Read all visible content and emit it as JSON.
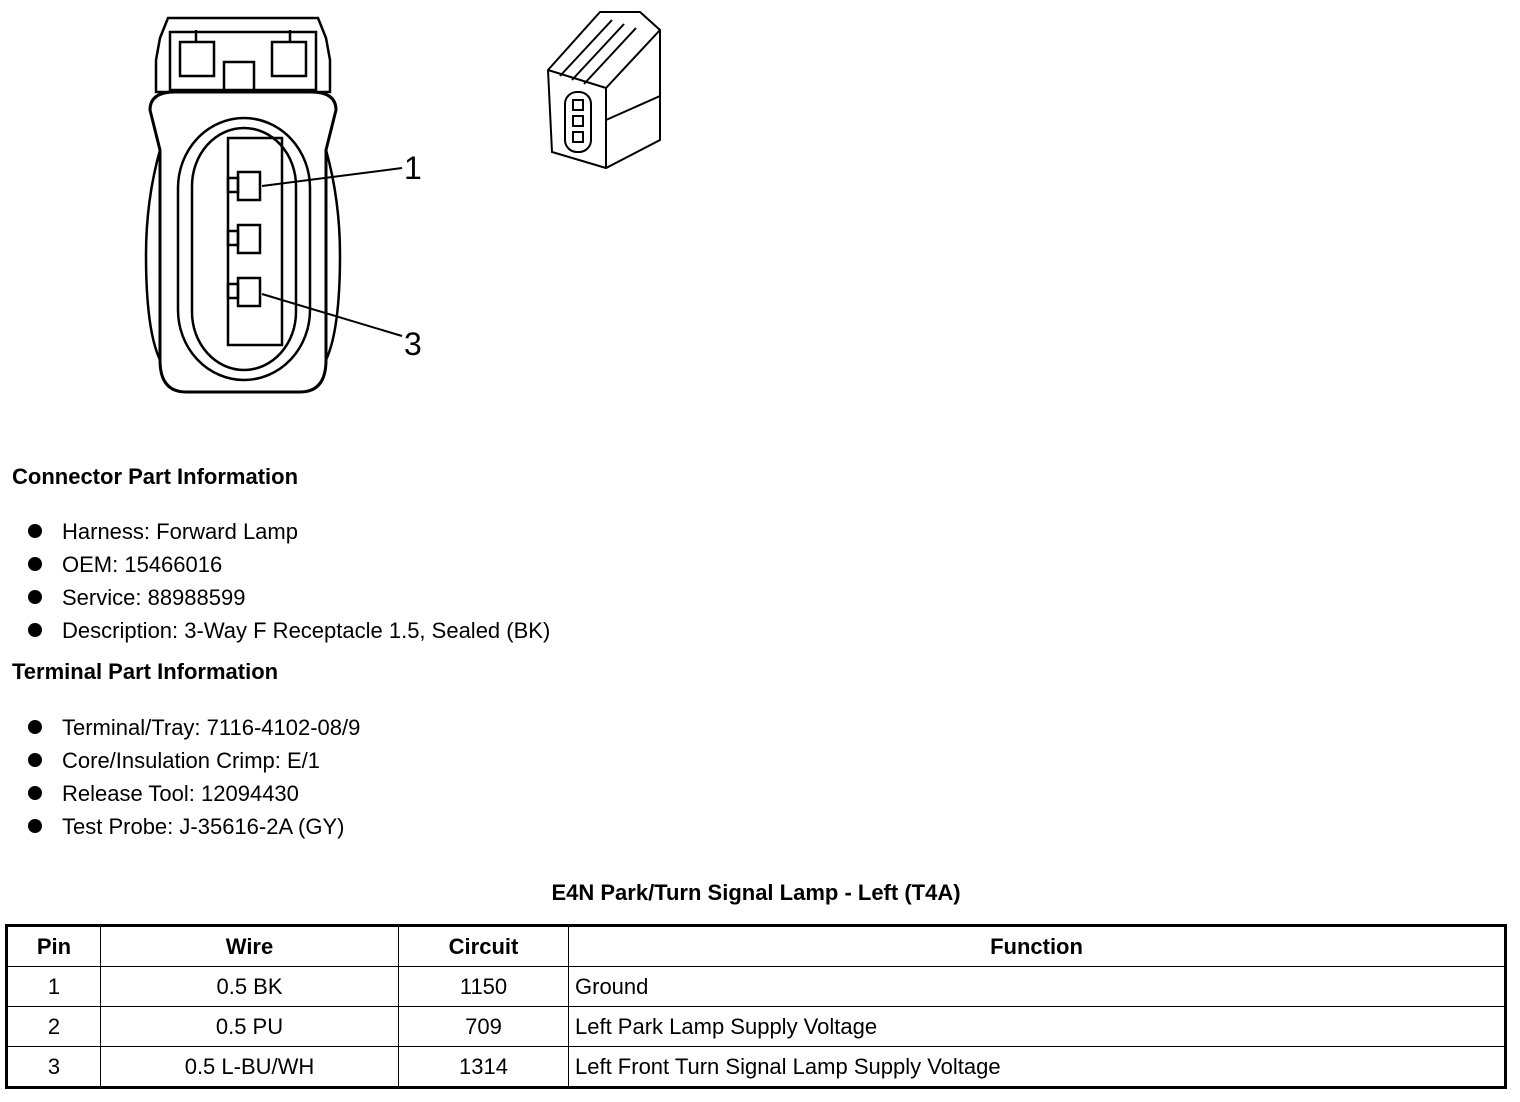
{
  "diagram": {
    "callouts": [
      "1",
      "3"
    ]
  },
  "connector_info": {
    "title": "Connector Part Information",
    "items": [
      "Harness: Forward Lamp",
      "OEM: 15466016",
      "Service: 88988599",
      "Description: 3-Way F Receptacle 1.5, Sealed (BK)"
    ]
  },
  "terminal_info": {
    "title": "Terminal Part Information",
    "items": [
      "Terminal/Tray: 7116-4102-08/9",
      "Core/Insulation Crimp: E/1",
      "Release Tool: 12094430",
      "Test Probe: J-35616-2A (GY)"
    ]
  },
  "pin_table": {
    "title": "E4N Park/Turn Signal Lamp - Left (T4A)",
    "headers": [
      "Pin",
      "Wire",
      "Circuit",
      "Function"
    ],
    "rows": [
      [
        "1",
        "0.5 BK",
        "1150",
        "Ground"
      ],
      [
        "2",
        "0.5 PU",
        "709",
        "Left Park Lamp Supply Voltage"
      ],
      [
        "3",
        "0.5 L-BU/WH",
        "1314",
        "Left Front Turn Signal Lamp Supply Voltage"
      ]
    ]
  }
}
